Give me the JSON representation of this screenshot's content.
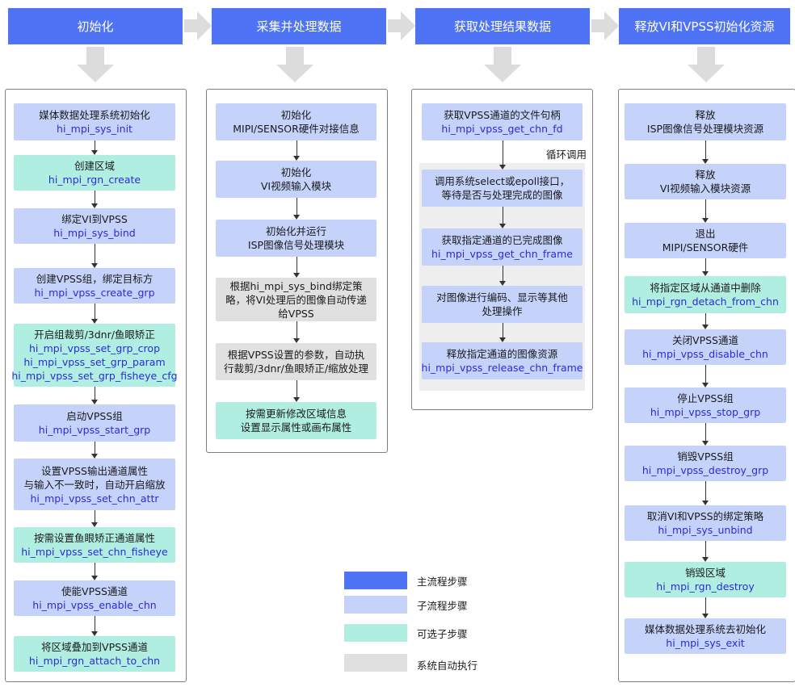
{
  "headers": [
    "初始化",
    "采集并处理数据",
    "获取处理结果数据",
    "释放VI和VPSS初始化资源"
  ],
  "col1": [
    {
      "title": "媒体数据处理系统初始化",
      "fns": [
        "hi_mpi_sys_init"
      ],
      "kind": "sub"
    },
    {
      "title": "创建区域",
      "fns": [
        "hi_mpi_rgn_create"
      ],
      "kind": "opt"
    },
    {
      "title": "绑定VI到VPSS",
      "fns": [
        "hi_mpi_sys_bind"
      ],
      "kind": "sub"
    },
    {
      "title": "创建VPSS组，绑定目标方",
      "fns": [
        "hi_mpi_vpss_create_grp"
      ],
      "kind": "sub"
    },
    {
      "title": "开启组裁剪/3dnr/鱼眼矫正",
      "fns": [
        "hi_mpi_vpss_set_grp_crop",
        "hi_mpi_vpss_set_grp_param",
        "hi_mpi_vpss_set_grp_fisheye_cfg"
      ],
      "kind": "opt"
    },
    {
      "title": "启动VPSS组",
      "fns": [
        "hi_mpi_vpss_start_grp"
      ],
      "kind": "sub"
    },
    {
      "title": "设置VPSS输出通道属性",
      "title2": "与输入不一致时，自动开启缩放",
      "fns": [
        "hi_mpi_vpss_set_chn_attr"
      ],
      "kind": "sub"
    },
    {
      "title": "按需设置鱼眼矫正通道属性",
      "fns": [
        "hi_mpi_vpss_set_chn_fisheye"
      ],
      "kind": "opt"
    },
    {
      "title": "使能VPSS通道",
      "fns": [
        "hi_mpi_vpss_enable_chn"
      ],
      "kind": "sub"
    },
    {
      "title": "将区域叠加到VPSS通道",
      "fns": [
        "hi_mpi_rgn_attach_to_chn"
      ],
      "kind": "opt"
    }
  ],
  "col2": [
    {
      "title": "初始化",
      "title2": "MIPI/SENSOR硬件对接信息",
      "kind": "sub"
    },
    {
      "title": "初始化",
      "title2": "VI视频输入模块",
      "kind": "sub"
    },
    {
      "title": "初始化并运行",
      "title2": "ISP图像信号处理模块",
      "kind": "sub"
    },
    {
      "title": "根据hi_mpi_sys_bind绑定策",
      "title2": "略，将VI处理后的图像自动传递",
      "title3": "给VPSS",
      "kind": "auto"
    },
    {
      "title": "根据VPSS设置的参数，自动执",
      "title2": "行裁剪/3dnr/鱼眼矫正/缩放处理",
      "kind": "auto"
    },
    {
      "title": "按需更新修改区域信息",
      "title2": "设置显示属性或画布属性",
      "kind": "opt"
    }
  ],
  "col3": [
    {
      "title": "获取VPSS通道的文件句柄",
      "fns": [
        "hi_mpi_vpss_get_chn_fd"
      ],
      "kind": "sub"
    },
    {
      "title": "调用系统select或epoll接口，",
      "title2": "等待是否与处理完成的图像",
      "kind": "sub"
    },
    {
      "title": "获取指定通道的已完成图像",
      "fns": [
        "hi_mpi_vpss_get_chn_frame"
      ],
      "kind": "sub"
    },
    {
      "title": "对图像进行编码、显示等其他",
      "title2": "处理操作",
      "kind": "sub"
    },
    {
      "title": "释放指定通道的图像资源",
      "fns": [
        "hi_mpi_vpss_release_chn_frame"
      ],
      "kind": "sub"
    }
  ],
  "loop_label": "循环调用",
  "col4": [
    {
      "title": "释放",
      "title2": "ISP图像信号处理模块资源",
      "kind": "sub"
    },
    {
      "title": "释放",
      "title2": "VI视频输入模块资源",
      "kind": "sub"
    },
    {
      "title": "退出",
      "title2": "MIPI/SENSOR硬件",
      "kind": "sub"
    },
    {
      "title": "将指定区域从通道中删除",
      "fns": [
        "hi_mpi_rgn_detach_from_chn"
      ],
      "kind": "opt"
    },
    {
      "title": "关闭VPSS通道",
      "fns": [
        "hi_mpi_vpss_disable_chn"
      ],
      "kind": "sub"
    },
    {
      "title": "停止VPSS组",
      "fns": [
        "hi_mpi_vpss_stop_grp"
      ],
      "kind": "sub"
    },
    {
      "title": "销毁VPSS组",
      "fns": [
        "hi_mpi_vpss_destroy_grp"
      ],
      "kind": "sub"
    },
    {
      "title": "取消VI和VPSS的绑定策略",
      "fns": [
        "hi_mpi_sys_unbind"
      ],
      "kind": "sub"
    },
    {
      "title": "销毁区域",
      "fns": [
        "hi_mpi_rgn_destroy"
      ],
      "kind": "opt"
    },
    {
      "title": "媒体数据处理系统去初始化",
      "fns": [
        "hi_mpi_sys_exit"
      ],
      "kind": "sub"
    }
  ],
  "legend": [
    {
      "label": "主流程步骤",
      "color": "#4f73f5"
    },
    {
      "label": "子流程步骤",
      "color": "#c5d3fb"
    },
    {
      "label": "可选子步骤",
      "color": "#b0eee1"
    },
    {
      "label": "系统自动执行",
      "color": "#e0e0e0"
    }
  ]
}
